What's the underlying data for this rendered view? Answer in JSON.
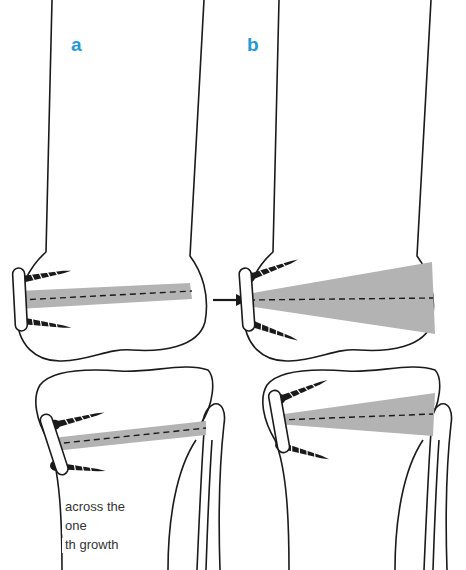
{
  "diagram": {
    "labels": [
      "a",
      "b",
      "across the",
      "one",
      "th growth"
    ]
  }
}
